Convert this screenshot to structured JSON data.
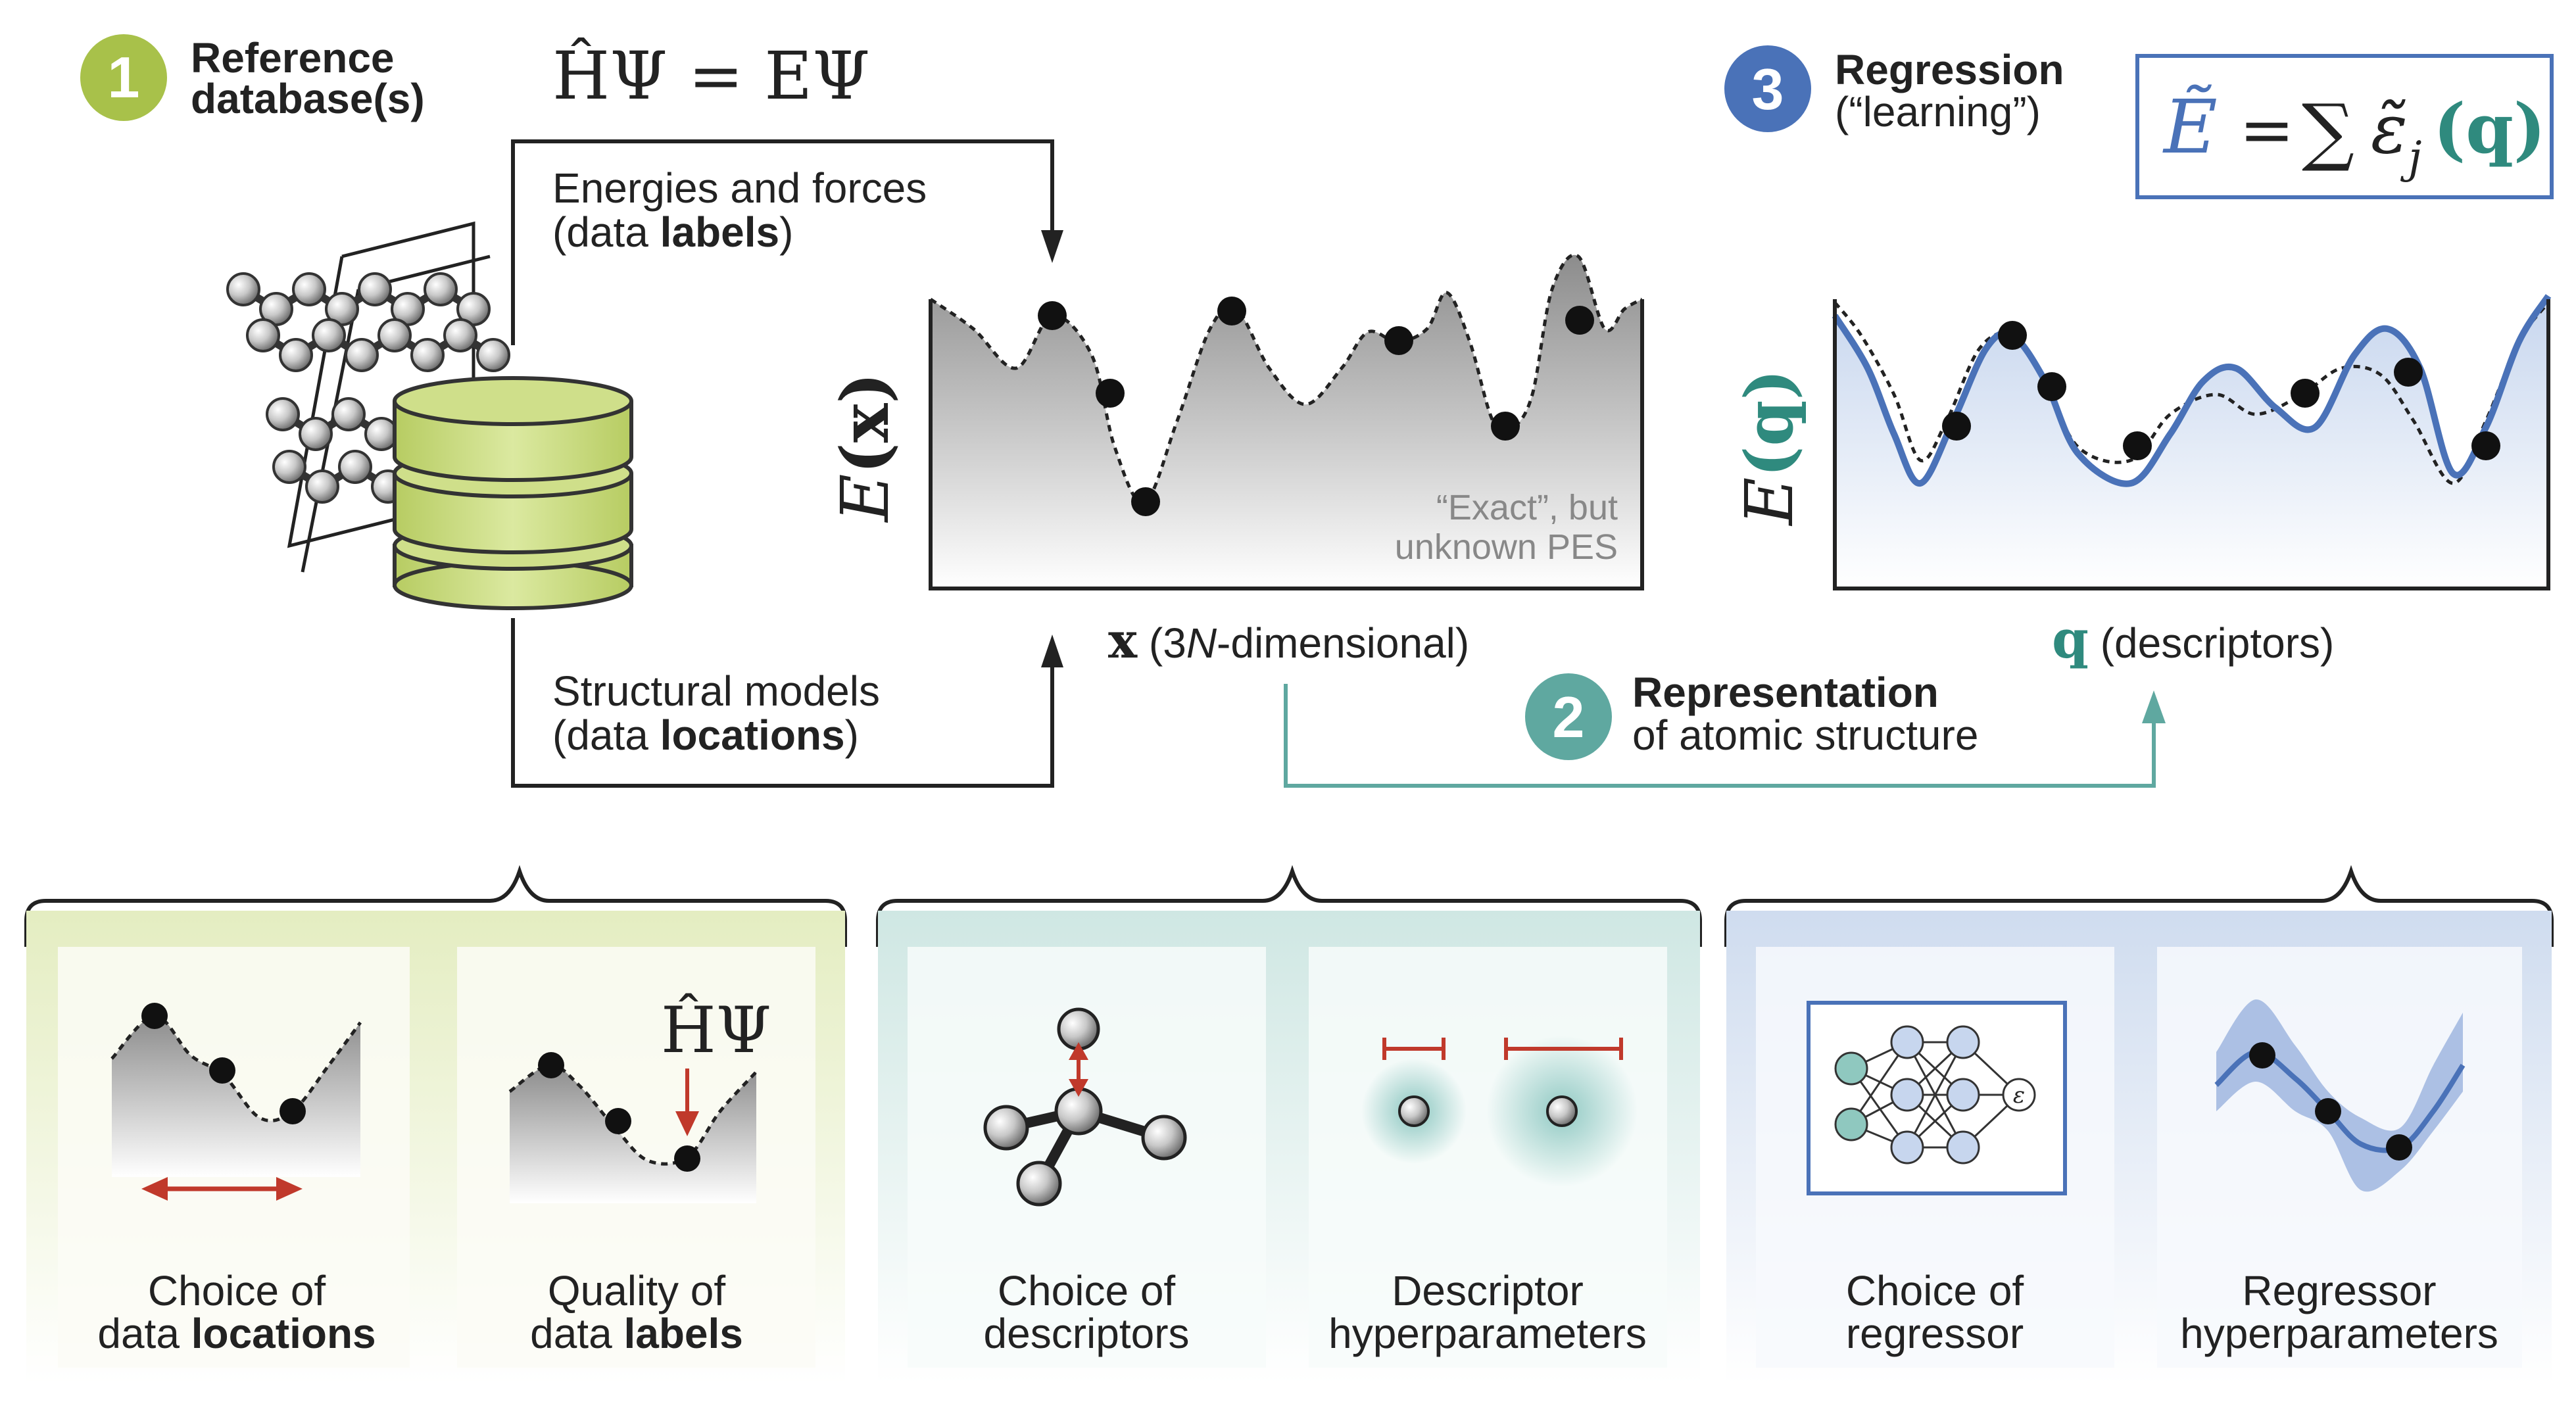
{
  "steps": [
    {
      "number": "1",
      "title_lines": [
        "Reference",
        "database(s)"
      ],
      "color": "#a8c14a"
    },
    {
      "number": "2",
      "title": "Representation",
      "subtitle": "of atomic structure",
      "color": "#5fa8a0"
    },
    {
      "number": "3",
      "title": "Regression",
      "subtitle": "(“learning”)",
      "color": "#4a72b8"
    }
  ],
  "equations": {
    "schrodinger": "ĤΨ = EΨ",
    "regression_lhs": "Ẽ",
    "regression_eq": "=",
    "regression_sum": "∑",
    "regression_eps": "ε̃",
    "regression_j": "j",
    "regression_q": "(q)"
  },
  "labels": {
    "energies_forces_line1": "Energies and forces",
    "energies_forces_line2_pre": "(data ",
    "energies_forces_line2_bold": "labels",
    "energies_forces_line2_post": ")",
    "structural_line1": "Structural models",
    "structural_line2_pre": "(data ",
    "structural_line2_bold": "locations",
    "structural_line2_post": ")",
    "exact_line1": "“Exact”, but",
    "exact_line2": "unknown PES",
    "x_axis_bold": "x",
    "x_axis_rest_pre": " (3",
    "x_axis_rest_italic": "N",
    "x_axis_rest_post": "-dimensional)",
    "q_axis_bold": "q",
    "q_axis_rest": " (descriptors)",
    "ex_label_E": "E",
    "ex_label_arg": "(x)",
    "eq_label_E": "E",
    "eq_label_arg": "(q)"
  },
  "panels": [
    {
      "line1": "Choice of",
      "line2_pre": "data ",
      "line2_bold": "locations"
    },
    {
      "line1": "Quality of",
      "line2_pre": "data ",
      "line2_bold": "labels",
      "symbol": "ĤΨ"
    },
    {
      "line1": "Choice of",
      "line2_pre": "descriptors",
      "line2_bold": ""
    },
    {
      "line1": "Descriptor",
      "line2_pre": "hyperparameters",
      "line2_bold": ""
    },
    {
      "line1": "Choice of",
      "line2_pre": "regressor",
      "line2_bold": "",
      "node_symbol": "ε"
    },
    {
      "line1": "Regressor",
      "line2_pre": "hyperparameters",
      "line2_bold": ""
    }
  ],
  "colors": {
    "green": "#a8c14a",
    "teal": "#5fa8a0",
    "blue": "#4a72b8",
    "db_fill": "#cfdf8a",
    "red_arrow": "#c0392b",
    "gray_fill": "#9a9a9a"
  }
}
